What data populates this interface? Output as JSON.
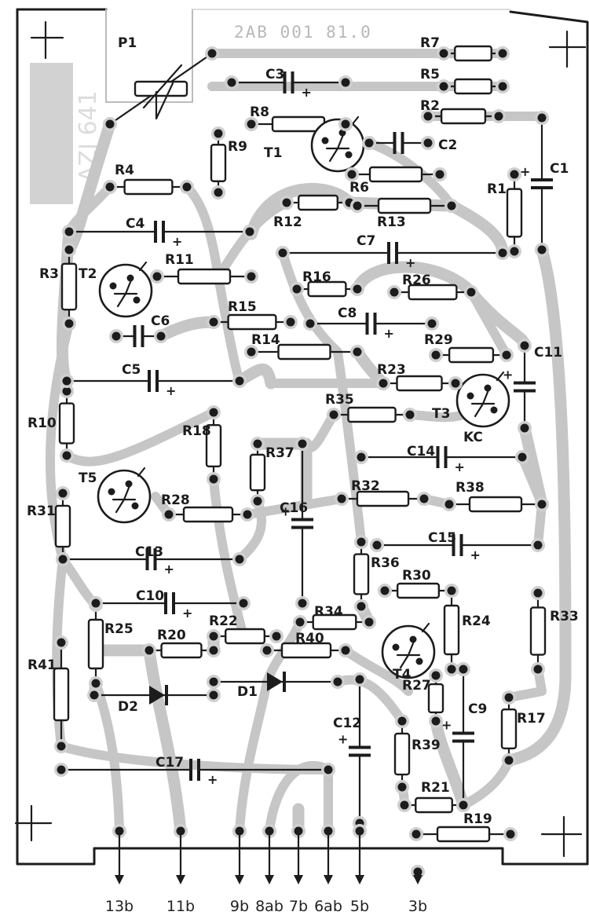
{
  "board": {
    "part_number": "2AB 001 81.0",
    "side_label": "AZJ 641",
    "marking": "KC"
  },
  "components": {
    "resistors": [
      "P1",
      "R1",
      "R2",
      "R3",
      "R4",
      "R5",
      "R6",
      "R7",
      "R8",
      "R9",
      "R10",
      "R11",
      "R12",
      "R13",
      "R14",
      "R15",
      "R16",
      "R17",
      "R18",
      "R19",
      "R20",
      "R21",
      "R22",
      "R23",
      "R24",
      "R25",
      "R26",
      "R27",
      "R28",
      "R29",
      "R30",
      "R31",
      "R32",
      "R33",
      "R34",
      "R35",
      "R36",
      "R37",
      "R38",
      "R39",
      "R40",
      "R41"
    ],
    "capacitors": [
      "C1",
      "C2",
      "C3",
      "C4",
      "C5",
      "C6",
      "C7",
      "C8",
      "C9",
      "C10",
      "C11",
      "C12",
      "C13",
      "C14",
      "C15",
      "C16",
      "C17"
    ],
    "transistors": [
      "T1",
      "T2",
      "T3",
      "T4",
      "T5"
    ],
    "diodes": [
      "D1",
      "D2"
    ]
  },
  "connector_pins": [
    "13b",
    "11b",
    "9b",
    "8ab",
    "7b",
    "6ab",
    "5b",
    "3b"
  ],
  "colors": {
    "ink": "#1c1c1c",
    "copper_trace": "#c6c6c6",
    "paper": "#ffffff"
  }
}
